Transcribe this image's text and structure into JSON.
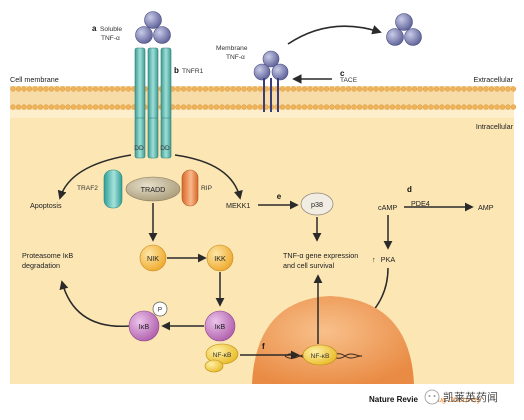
{
  "panel_letters": {
    "a": "a",
    "b": "b",
    "c": "c",
    "d": "d",
    "e": "e",
    "f": "f"
  },
  "labels": {
    "soluble_tnf_line1": "Soluble",
    "soluble_tnf_line2": "TNF-α",
    "tnfr1": "TNFR1",
    "membrane_tnf_line1": "Membrane",
    "membrane_tnf_line2": "TNF-α",
    "tace": "TACE",
    "cell_membrane": "Cell membrane",
    "extracellular": "Extracellular",
    "intracellular": "Intracellular",
    "dd_left": "DD",
    "dd_right": "DD",
    "traf2": "TRAF2",
    "tradd": "TRADD",
    "rip": "RIP",
    "apoptosis": "Apoptosis",
    "mekk1": "MEKK1",
    "p38": "p38",
    "camp": "cAMP",
    "pde4": "PDE4",
    "amp": "AMP",
    "pka": "PKA",
    "nik": "NIK",
    "ikk": "IKK",
    "proteasome_line1": "Proteasome IκB",
    "proteasome_line2": "degradation",
    "tnf_gene_line1": "TNF-α gene expression",
    "tnf_gene_line2": "and cell survival",
    "ikb_p_left": "IκB",
    "phospho": "P",
    "ikb_right": "IκB",
    "nfkb_cyto": "NF-κB",
    "nfkb_nuc": "NF-κB",
    "nature_reviews": "Nature Revie",
    "drug_discovery": "Drug Discovery",
    "watermark": "凯莱英药闻"
  },
  "colors": {
    "extracellular_bg": "#ffffff",
    "intracellular_bg": "#fbe6b4",
    "membrane": "#f1c98a",
    "trimer": "#7b7eb0",
    "receptor": "#5fb7ae",
    "traf2": "#4dbbb3",
    "tradd": "#c2b79c",
    "rip": "#e98d4a",
    "kinase": "#f6c04c",
    "ikb": "#c77fc2",
    "nfkb": "#f2cf46",
    "nucleus": "#f0a25f",
    "arrow": "#2a2a2a"
  }
}
